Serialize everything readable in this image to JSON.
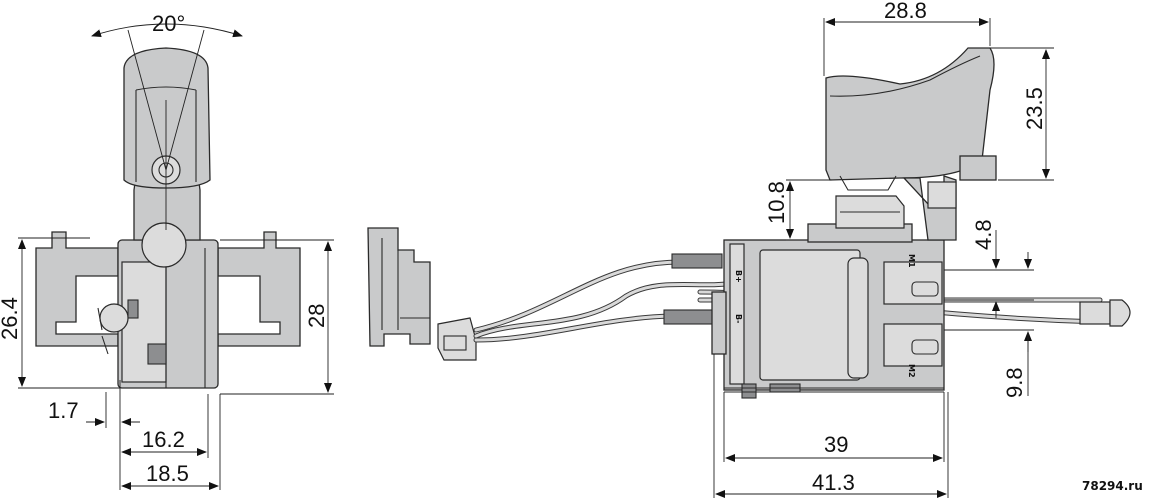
{
  "dimensions": {
    "angle": "20°",
    "height_total": "26.4",
    "height_body": "28",
    "offset": "1.7",
    "width_inner": "16.2",
    "width_outer": "18.5",
    "trigger_width": "28.8",
    "trigger_height": "23.5",
    "trigger_gap": "10.8",
    "terminal_top": "4.8",
    "terminal_pitch": "9.8",
    "body_length": "39",
    "body_length_total": "41.3"
  },
  "terminal_labels": {
    "m1": "M1",
    "m2": "M2",
    "b_plus": "B+",
    "b_minus": "B-"
  },
  "watermark": "78294.ru"
}
